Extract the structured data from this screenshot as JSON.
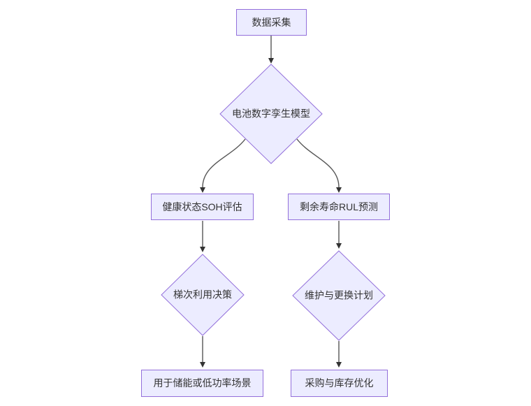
{
  "diagram": {
    "type": "flowchart",
    "direction": "top-down",
    "background": "#ffffff",
    "colors": {
      "node_fill": "#ECECFF",
      "node_border": "#9370DB",
      "edge_line": "#555555",
      "arrowhead": "#333333",
      "text": "#333333"
    },
    "nodes": [
      {
        "id": "data-collection",
        "shape": "rect",
        "label": "数据采集"
      },
      {
        "id": "battery-digital-twin-model",
        "shape": "diamond",
        "label": "电池数字孪生模型"
      },
      {
        "id": "soh-evaluation",
        "shape": "rect",
        "label": "健康状态SOH评估"
      },
      {
        "id": "rul-prediction",
        "shape": "rect",
        "label": "剩余寿命RUL预测"
      },
      {
        "id": "cascade-utilization-decision",
        "shape": "diamond",
        "label": "梯次利用决策"
      },
      {
        "id": "maintenance-replacement-plan",
        "shape": "diamond",
        "label": "维护与更换计划"
      },
      {
        "id": "storage-low-power-scenario",
        "shape": "rect",
        "label": "用于储能或低功率场景"
      },
      {
        "id": "procurement-inventory-optimization",
        "shape": "rect",
        "label": "采购与库存优化"
      }
    ],
    "edges": [
      {
        "from": "数据采集",
        "to": "电池数字孪生模型"
      },
      {
        "from": "电池数字孪生模型",
        "to": "健康状态SOH评估"
      },
      {
        "from": "电池数字孪生模型",
        "to": "剩余寿命RUL预测"
      },
      {
        "from": "健康状态SOH评估",
        "to": "梯次利用决策"
      },
      {
        "from": "剩余寿命RUL预测",
        "to": "维护与更换计划"
      },
      {
        "from": "梯次利用决策",
        "to": "用于储能或低功率场景"
      },
      {
        "from": "维护与更换计划",
        "to": "采购与库存优化"
      }
    ]
  }
}
